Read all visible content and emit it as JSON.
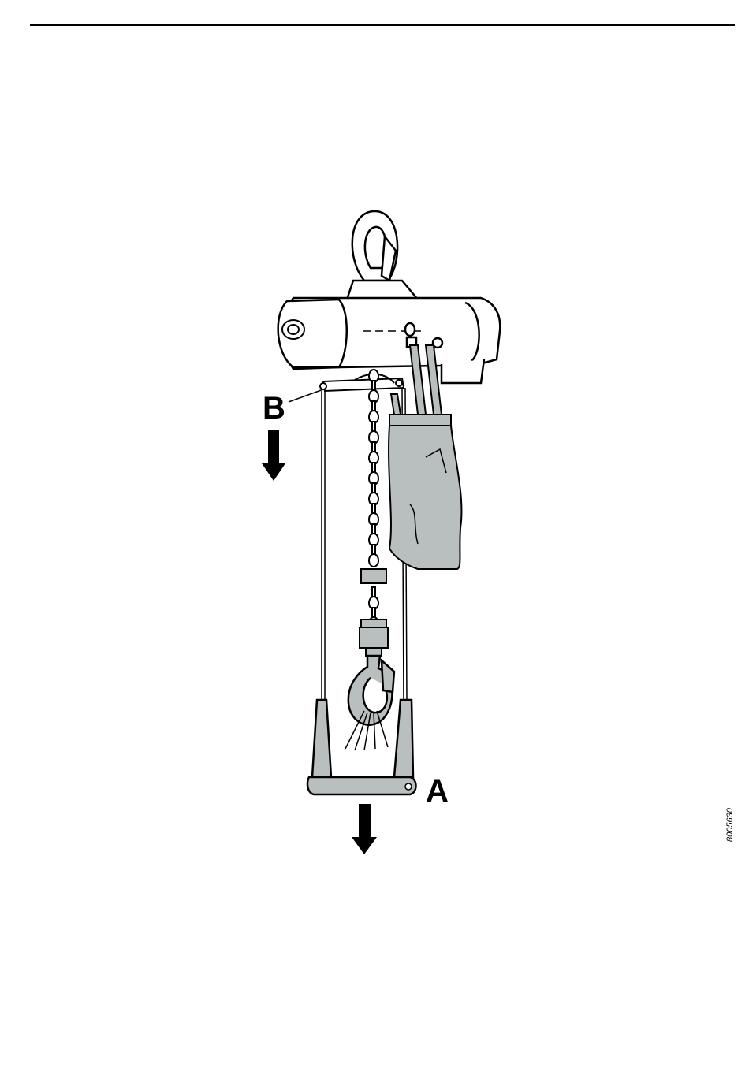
{
  "figure": {
    "label_a": "A",
    "label_b": "B",
    "figure_id": "8005630"
  },
  "colors": {
    "line": "#000000",
    "grey_part": "#b8bfbe",
    "body_fill": "#ffffff"
  },
  "icons": {
    "arrow_b": "down-arrow-icon",
    "arrow_a": "down-arrow-icon"
  }
}
